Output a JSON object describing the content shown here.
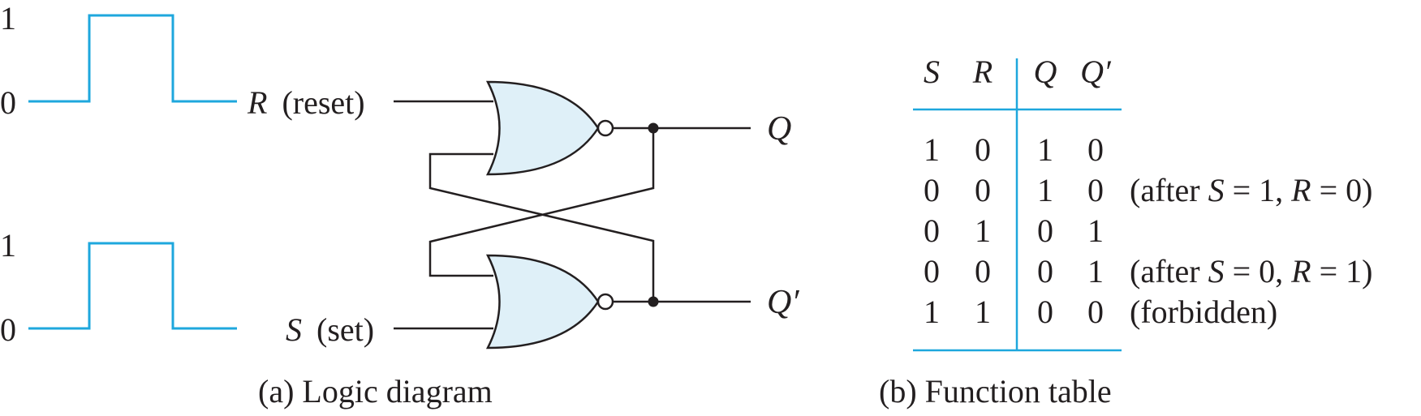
{
  "waveforms": {
    "top": {
      "high_label": "1",
      "low_label": "0"
    },
    "bottom": {
      "high_label": "1",
      "low_label": "0"
    }
  },
  "inputs": {
    "r": {
      "symbol": "R",
      "desc": "(reset)"
    },
    "s": {
      "symbol": "S",
      "desc": "(set)"
    }
  },
  "outputs": {
    "q": "Q",
    "qprime": "Q′"
  },
  "captions": {
    "a": "(a) Logic diagram",
    "b": "(b) Function table"
  },
  "table": {
    "headers": [
      "S",
      "R",
      "Q",
      "Q′"
    ],
    "rows": [
      {
        "cells": [
          "1",
          "0",
          "1",
          "0"
        ],
        "note": []
      },
      {
        "cells": [
          "0",
          "0",
          "1",
          "0"
        ],
        "note": [
          {
            "t": "(after ",
            "i": false
          },
          {
            "t": "S",
            "i": true
          },
          {
            "t": " = 1, ",
            "i": false
          },
          {
            "t": "R",
            "i": true
          },
          {
            "t": " = 0)",
            "i": false
          }
        ]
      },
      {
        "cells": [
          "0",
          "1",
          "0",
          "1"
        ],
        "note": []
      },
      {
        "cells": [
          "0",
          "0",
          "0",
          "1"
        ],
        "note": [
          {
            "t": "(after ",
            "i": false
          },
          {
            "t": "S",
            "i": true
          },
          {
            "t": " = 0, ",
            "i": false
          },
          {
            "t": "R",
            "i": true
          },
          {
            "t": " = 1)",
            "i": false
          }
        ]
      },
      {
        "cells": [
          "1",
          "1",
          "0",
          "0"
        ],
        "note": [
          {
            "t": "(forbidden)",
            "i": false
          }
        ]
      }
    ]
  },
  "colors": {
    "accent": "#1ea7dd",
    "gate_fill": "#dff0f8",
    "ink": "#231f20"
  }
}
